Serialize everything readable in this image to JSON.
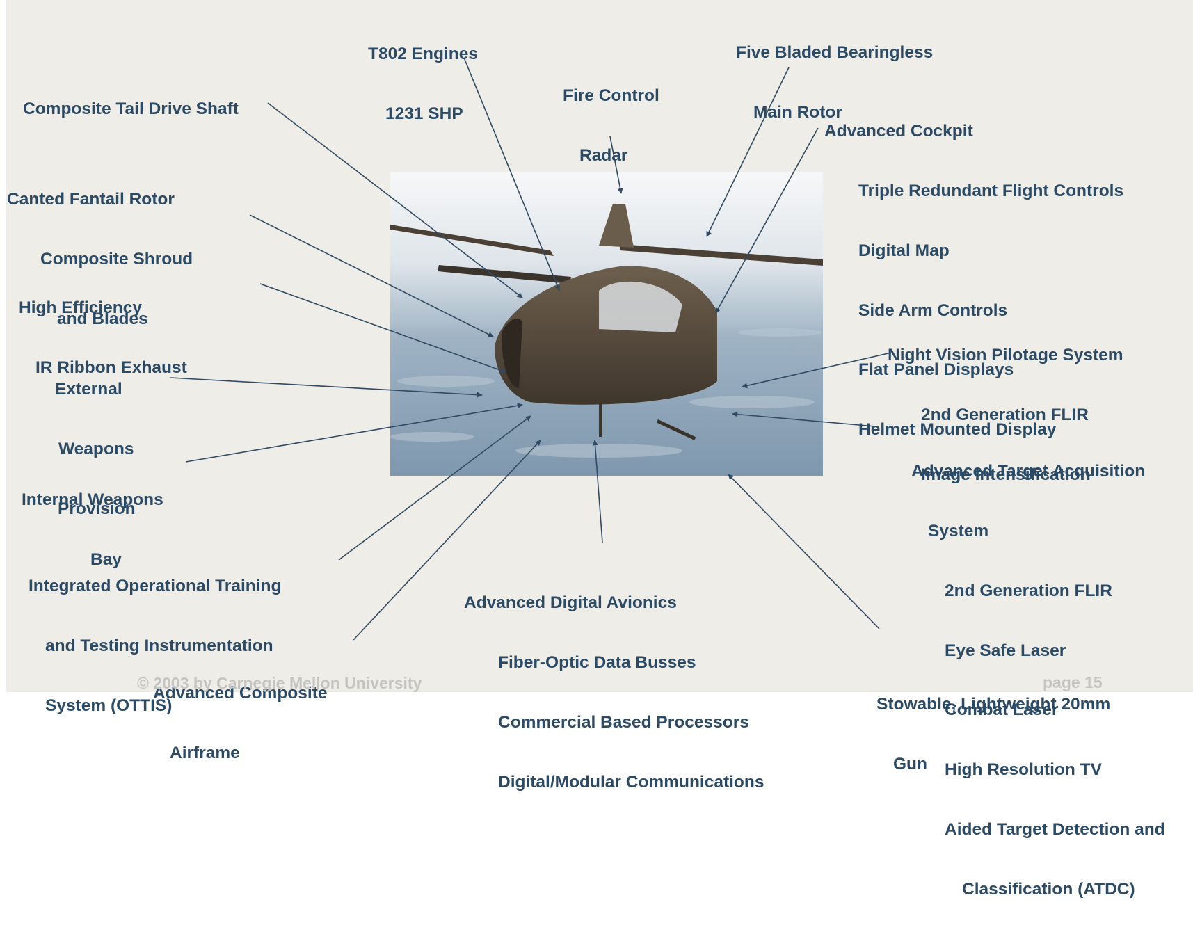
{
  "callouts": {
    "t802": [
      "T802 Engines",
      "1231 SHP"
    ],
    "rotor": [
      "Five Bladed Bearingless",
      "Main Rotor"
    ],
    "fire_control": [
      "Fire Control",
      "Radar"
    ],
    "tail_shaft": [
      "Composite Tail Drive Shaft"
    ],
    "cockpit": [
      "Advanced Cockpit",
      "Triple Redundant Flight Controls",
      "Digital Map",
      "Side Arm Controls",
      "Flat Panel Displays",
      "Helmet Mounted Display"
    ],
    "fantail": [
      "Canted Fantail Rotor",
      "Composite Shroud",
      "and Blades"
    ],
    "exhaust": [
      "High Efficiency",
      "IR Ribbon Exhaust"
    ],
    "night_vision": [
      "Night Vision Pilotage System",
      "2nd Generation FLIR",
      "Image Intensification"
    ],
    "ext_weapons": [
      "External",
      "Weapons",
      "Provision"
    ],
    "target_acq": [
      "Advanced Target Acquisition",
      "System",
      "2nd Generation FLIR",
      "Eye Safe Laser",
      "Combat Laser",
      "High Resolution TV",
      "Aided Target Detection and",
      "Classification (ATDC)"
    ],
    "int_weapons": [
      "Internal Weapons",
      "Bay"
    ],
    "ottis": [
      "Integrated Operational Training",
      "and Testing Instrumentation",
      "System (OTTIS)"
    ],
    "avionics": [
      "Advanced Digital Avionics",
      "Fiber-Optic Data Busses",
      "Commercial Based Processors",
      "Digital/Modular Communications"
    ],
    "airframe": [
      "Advanced Composite",
      "Airframe"
    ],
    "gun": [
      "Stowable, Lightweight 20mm",
      "Gun"
    ]
  },
  "footer": {
    "copyright": "© 2003 by Carnegie Mellon University",
    "page": "page 15"
  },
  "colors": {
    "label": "#2b4a66",
    "arrow": "#2f4a62",
    "background": "#eeede8"
  }
}
